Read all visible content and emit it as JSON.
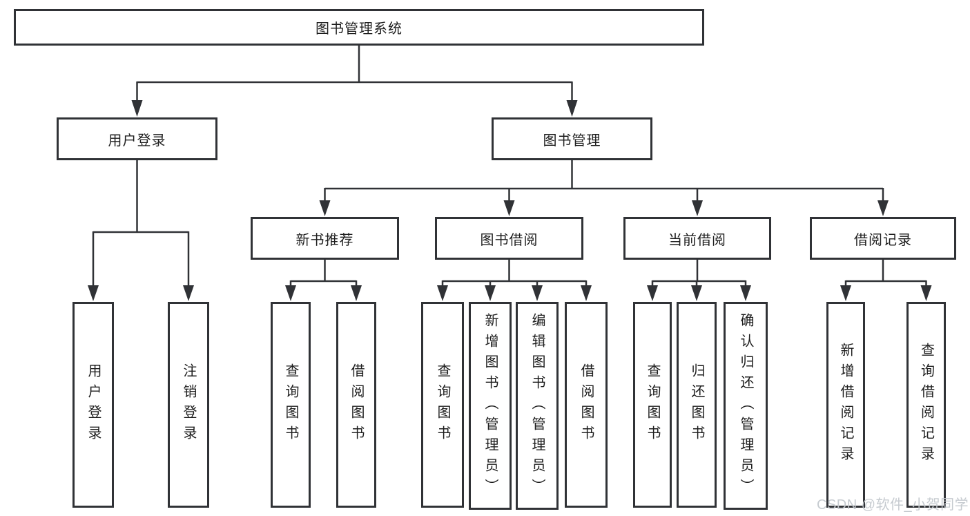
{
  "diagram": {
    "root": {
      "label": "图书管理系统"
    },
    "level2": {
      "user_login": {
        "label": "用户登录"
      },
      "book_mgmt": {
        "label": "图书管理"
      }
    },
    "level3": {
      "new_books": {
        "label": "新书推荐"
      },
      "book_borrow": {
        "label": "图书借阅"
      },
      "current_borrow": {
        "label": "当前借阅"
      },
      "borrow_records": {
        "label": "借阅记录"
      }
    },
    "leaves": {
      "login": {
        "label": "用户登录"
      },
      "logout": {
        "label": "注销登录"
      },
      "nb_query": {
        "label": "查询图书"
      },
      "nb_borrow": {
        "label": "借阅图书"
      },
      "bw_query": {
        "label": "查询图书"
      },
      "bw_add": {
        "label": "新增图书（管理员）"
      },
      "bw_edit": {
        "label": "编辑图书（管理员）"
      },
      "bw_borrow": {
        "label": "借阅图书"
      },
      "cur_query": {
        "label": "查询图书"
      },
      "cur_return": {
        "label": "归还图书"
      },
      "cur_confirm": {
        "label": "确认归还（管理员）"
      },
      "rec_add": {
        "label": "新增借阅记录"
      },
      "rec_query": {
        "label": "查询借阅记录"
      }
    }
  },
  "watermark": {
    "text": "CSDN @软件_小贺同学"
  },
  "colors": {
    "line": "#303236",
    "text": "#1e1e1e",
    "watermark": "#c3c8ce",
    "background": "#ffffff"
  }
}
